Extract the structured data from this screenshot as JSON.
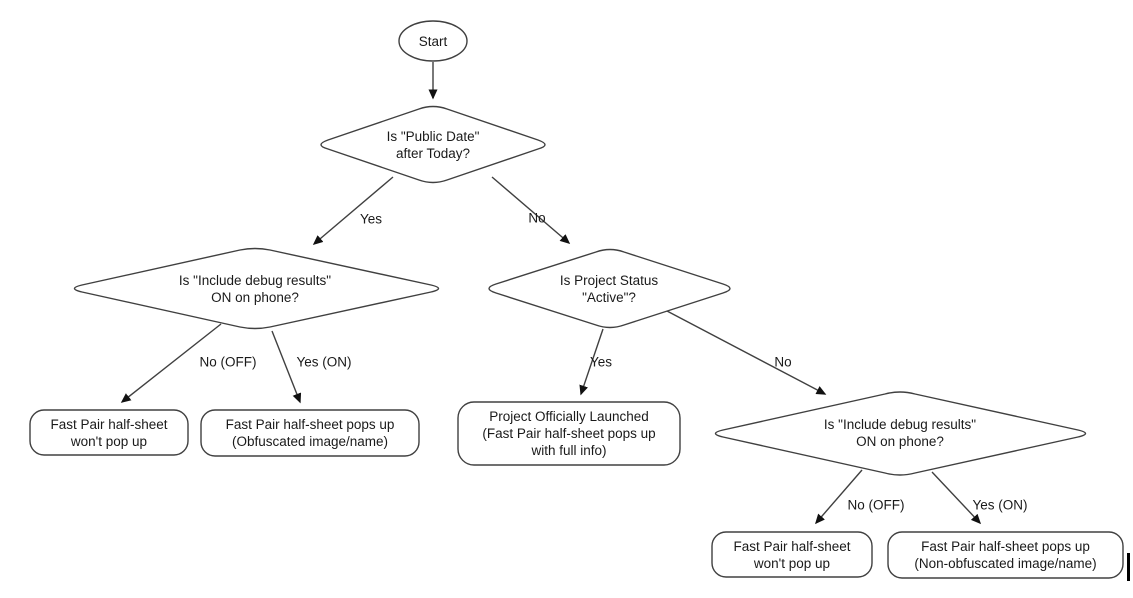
{
  "flowchart": {
    "start": {
      "label": "Start"
    },
    "decisions": {
      "public_date": {
        "line1": "Is \"Public Date\"",
        "line2": "after Today?"
      },
      "debug_left": {
        "line1": "Is \"Include debug results\"",
        "line2": "ON on phone?"
      },
      "project_status": {
        "line1": "Is Project Status",
        "line2": "\"Active\"?"
      },
      "debug_right": {
        "line1": "Is \"Include debug results\"",
        "line2": "ON on phone?"
      }
    },
    "outcomes": {
      "no_popup_left": {
        "line1": "Fast Pair half-sheet",
        "line2": "won't pop up"
      },
      "obfuscated": {
        "line1": "Fast Pair half-sheet pops up",
        "line2": "(Obfuscated image/name)"
      },
      "launched": {
        "line1": "Project Officially Launched",
        "line2": "(Fast Pair half-sheet pops up",
        "line3": "with full info)"
      },
      "no_popup_right": {
        "line1": "Fast Pair half-sheet",
        "line2": "won't pop up"
      },
      "non_obfuscated": {
        "line1": "Fast Pair half-sheet pops up",
        "line2": "(Non-obfuscated image/name)"
      }
    },
    "edge_labels": {
      "yes_1": "Yes",
      "no_1": "No",
      "no_off_left": "No (OFF)",
      "yes_on_left": "Yes (ON)",
      "yes_2": "Yes",
      "no_2": "No",
      "no_off_right": "No (OFF)",
      "yes_on_right": "Yes (ON)"
    },
    "colors": {
      "shape_stroke": "#404040",
      "shape_fill": "#ffffff",
      "text": "#1a1a1a",
      "arrow": "#111111"
    }
  }
}
